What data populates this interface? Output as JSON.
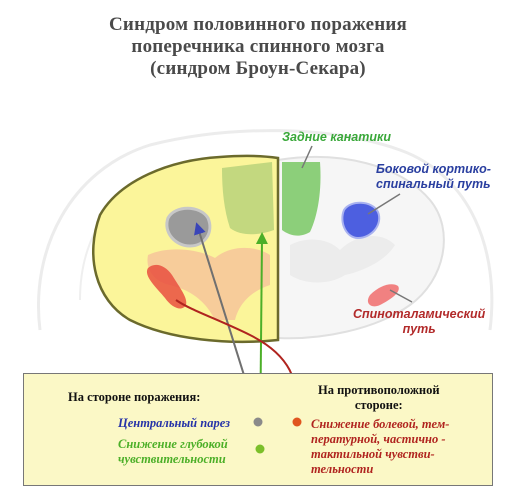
{
  "title": {
    "line1": "Синдром половинного поражения",
    "line2": "поперечника спинного мозга",
    "line3": "(синдром Броун-Секара)"
  },
  "labels": {
    "dorsal_columns": "Задние канатики",
    "corticospinal_line1": "Боковой кортико-",
    "corticospinal_line2": "спинальный путь",
    "spinothalamic_line1": "Спиноталамический",
    "spinothalamic_line2": "путь"
  },
  "ipsilateral": {
    "heading": "На стороне поражения:",
    "central_paresis": "Центральный парез",
    "deep_sensation_line1": "Снижение глубокой",
    "deep_sensation_line2": "чувствительности"
  },
  "contralateral": {
    "heading_line1": "На противоположной",
    "heading_line2": "стороне:",
    "pain_line1": "Снижение болевой, тем-",
    "pain_line2": "пературной, частично -",
    "pain_line3": "тактильной чувстви-",
    "pain_line4": "тельности"
  },
  "colors": {
    "lesion": "#fbf59a",
    "dorsal_columns": "#8ccf7a",
    "corticospinal": "#4d5fe0",
    "spinothalamic": "#e94f3f",
    "gray_matter": "#f6c89a",
    "paresis_text": "#2633a8",
    "deep_text": "#4caf28",
    "pain_text": "#b0241f",
    "box_bg": "#fbf8c6"
  }
}
